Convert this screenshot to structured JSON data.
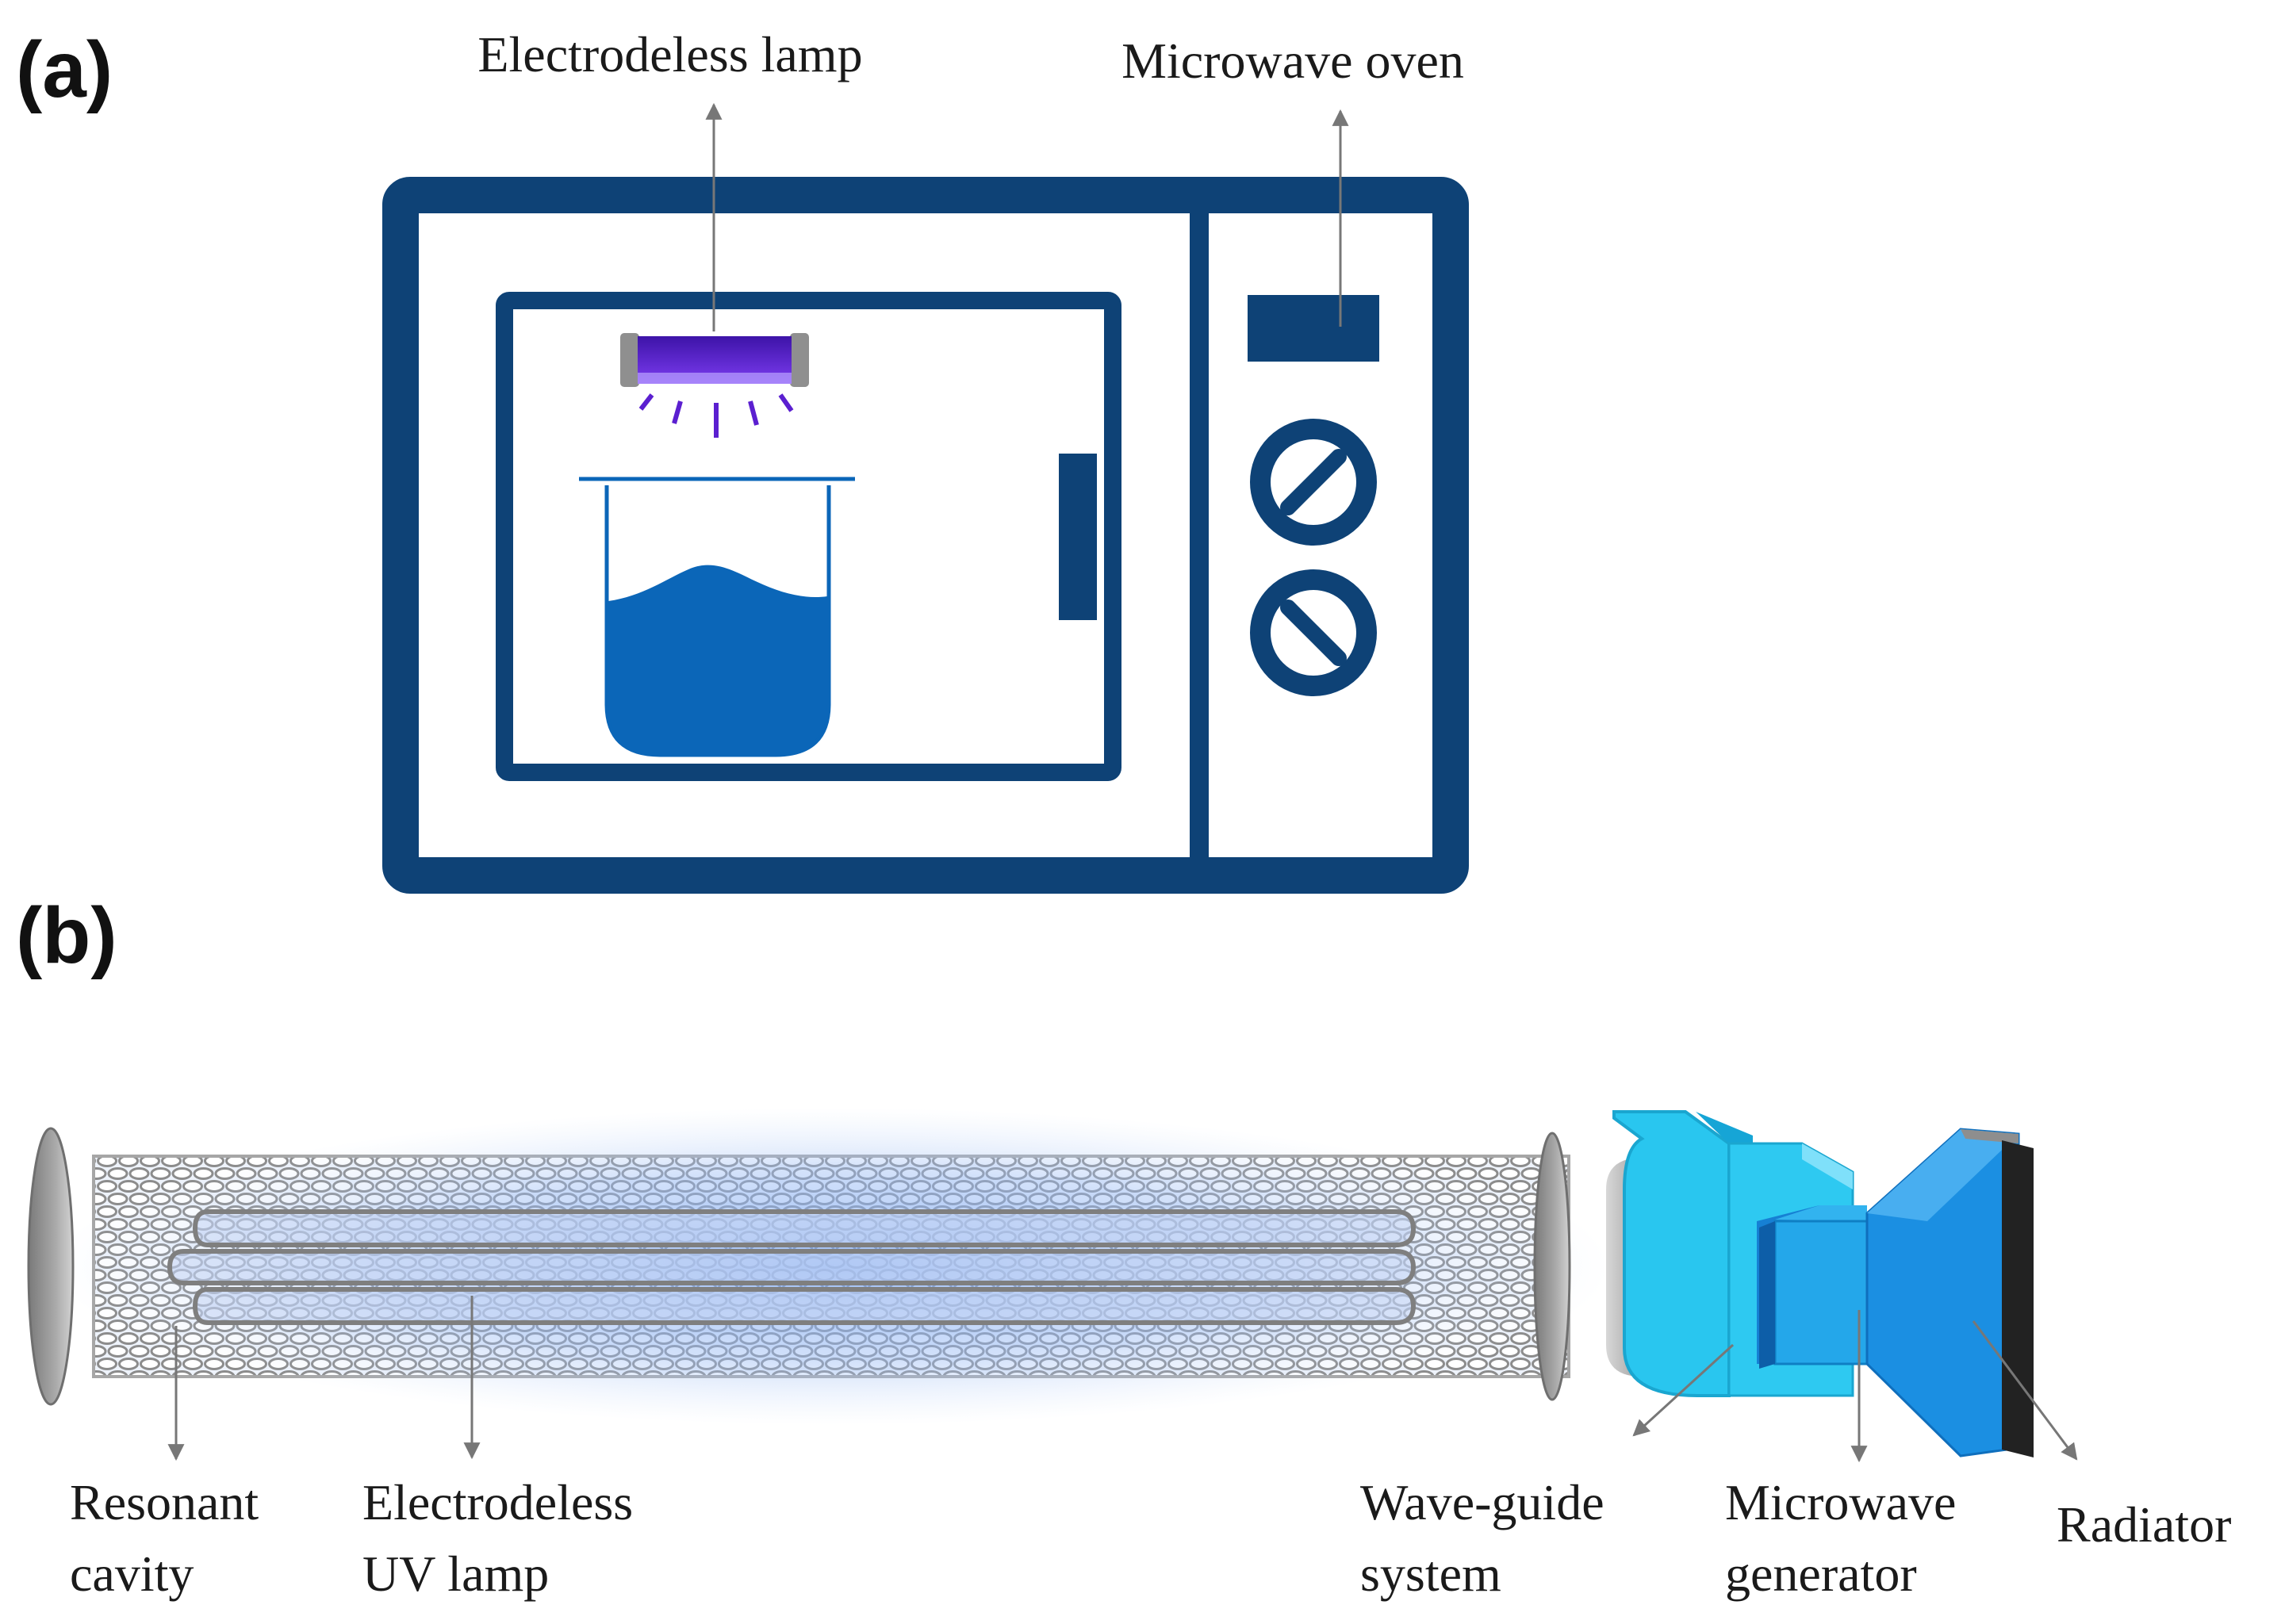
{
  "panels": {
    "a": "(a)",
    "b": "(b)"
  },
  "labels_a": {
    "lamp": "Electrodeless lamp",
    "oven": "Microwave oven"
  },
  "labels_b": {
    "cavity_1": "Resonant",
    "cavity_2": "cavity",
    "uvlamp_1": "Electrodeless",
    "uvlamp_2": "UV lamp",
    "waveguide_1": "Wave-guide",
    "waveguide_2": "system",
    "generator_1": "Microwave",
    "generator_2": "generator",
    "radiator": "Radiator"
  },
  "colors": {
    "oven": "#0e4276",
    "lamp_glow": "#5b1fd0",
    "liquid": "#0b66b8",
    "waveguide": "#29c6ef",
    "generator": "#1e90e0",
    "radiator_plate": "#222222",
    "arrow": "#777777"
  }
}
